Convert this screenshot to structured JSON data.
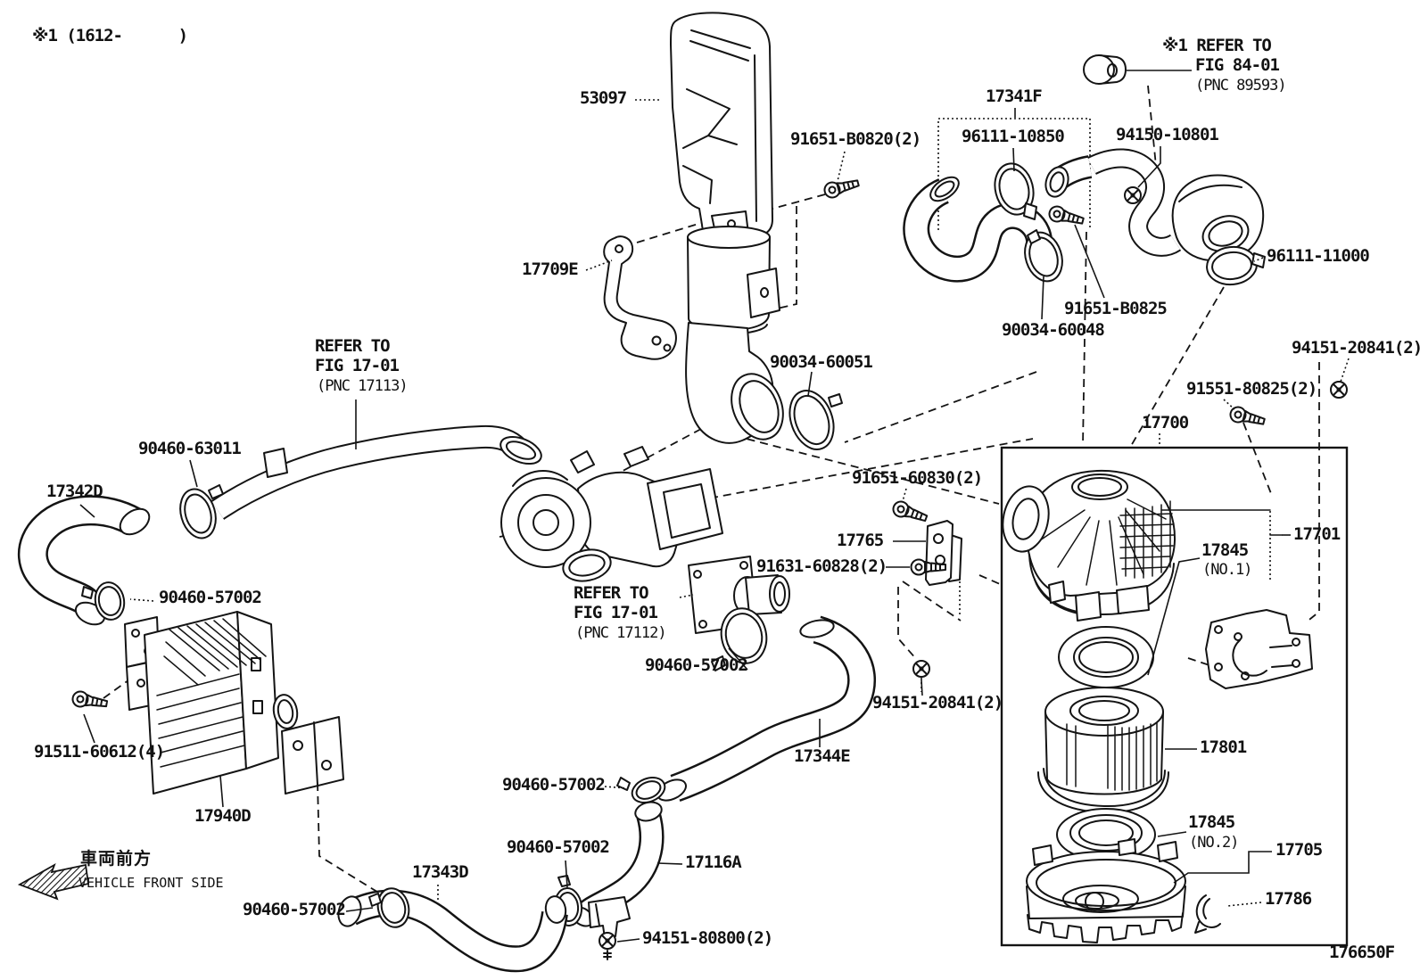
{
  "diagram": {
    "type": "parts-diagram",
    "figure": "air cleaner / intercooler exploded view",
    "line_color": "#141414",
    "background": "#ffffff"
  },
  "labels": {
    "note": "※1 (1612-      )",
    "p53097": "53097",
    "p17709E": "17709E",
    "b0820": "91651-B0820(2)",
    "p17341F": "17341F",
    "c10850": "96111-10850",
    "p10801": "94150-10801",
    "fig84_1": "※1 REFER TO",
    "fig84_2": "FIG 84-01",
    "fig84_3": "(PNC 89593)",
    "c11000": "96111-11000",
    "b0825": "91651-B0825",
    "c60048": "90034-60048",
    "c60051": "90034-60051",
    "ref17113_1": "REFER TO",
    "ref17113_2": "FIG 17-01",
    "ref17113_3": "(PNC 17113)",
    "c63011": "90460-63011",
    "p17342D": "17342D",
    "b20841": "94151-20841(2)",
    "b80825": "91551-80825(2)",
    "p17700": "17700",
    "b60830": "91651-60830(2)",
    "p17765": "17765",
    "b60828": "91631-60828(2)",
    "p17701": "17701",
    "p17845": "17845",
    "no1": "(NO.1)",
    "no2": "(NO.2)",
    "ref17112_1": "REFER TO",
    "ref17112_2": "FIG 17-01",
    "ref17112_3": "(PNC 17112)",
    "c57002": "90460-57002",
    "p17344E": "17344E",
    "p17801": "17801",
    "b60612": "91511-60612(4)",
    "p17940D": "17940D",
    "p17705": "17705",
    "p17116A": "17116A",
    "p17343D": "17343D",
    "p17786": "17786",
    "b80800": "94151-80800(2)",
    "front_ja": "車両前方",
    "front_en": "VEHICLE FRONT SIDE",
    "code": "176650F"
  }
}
